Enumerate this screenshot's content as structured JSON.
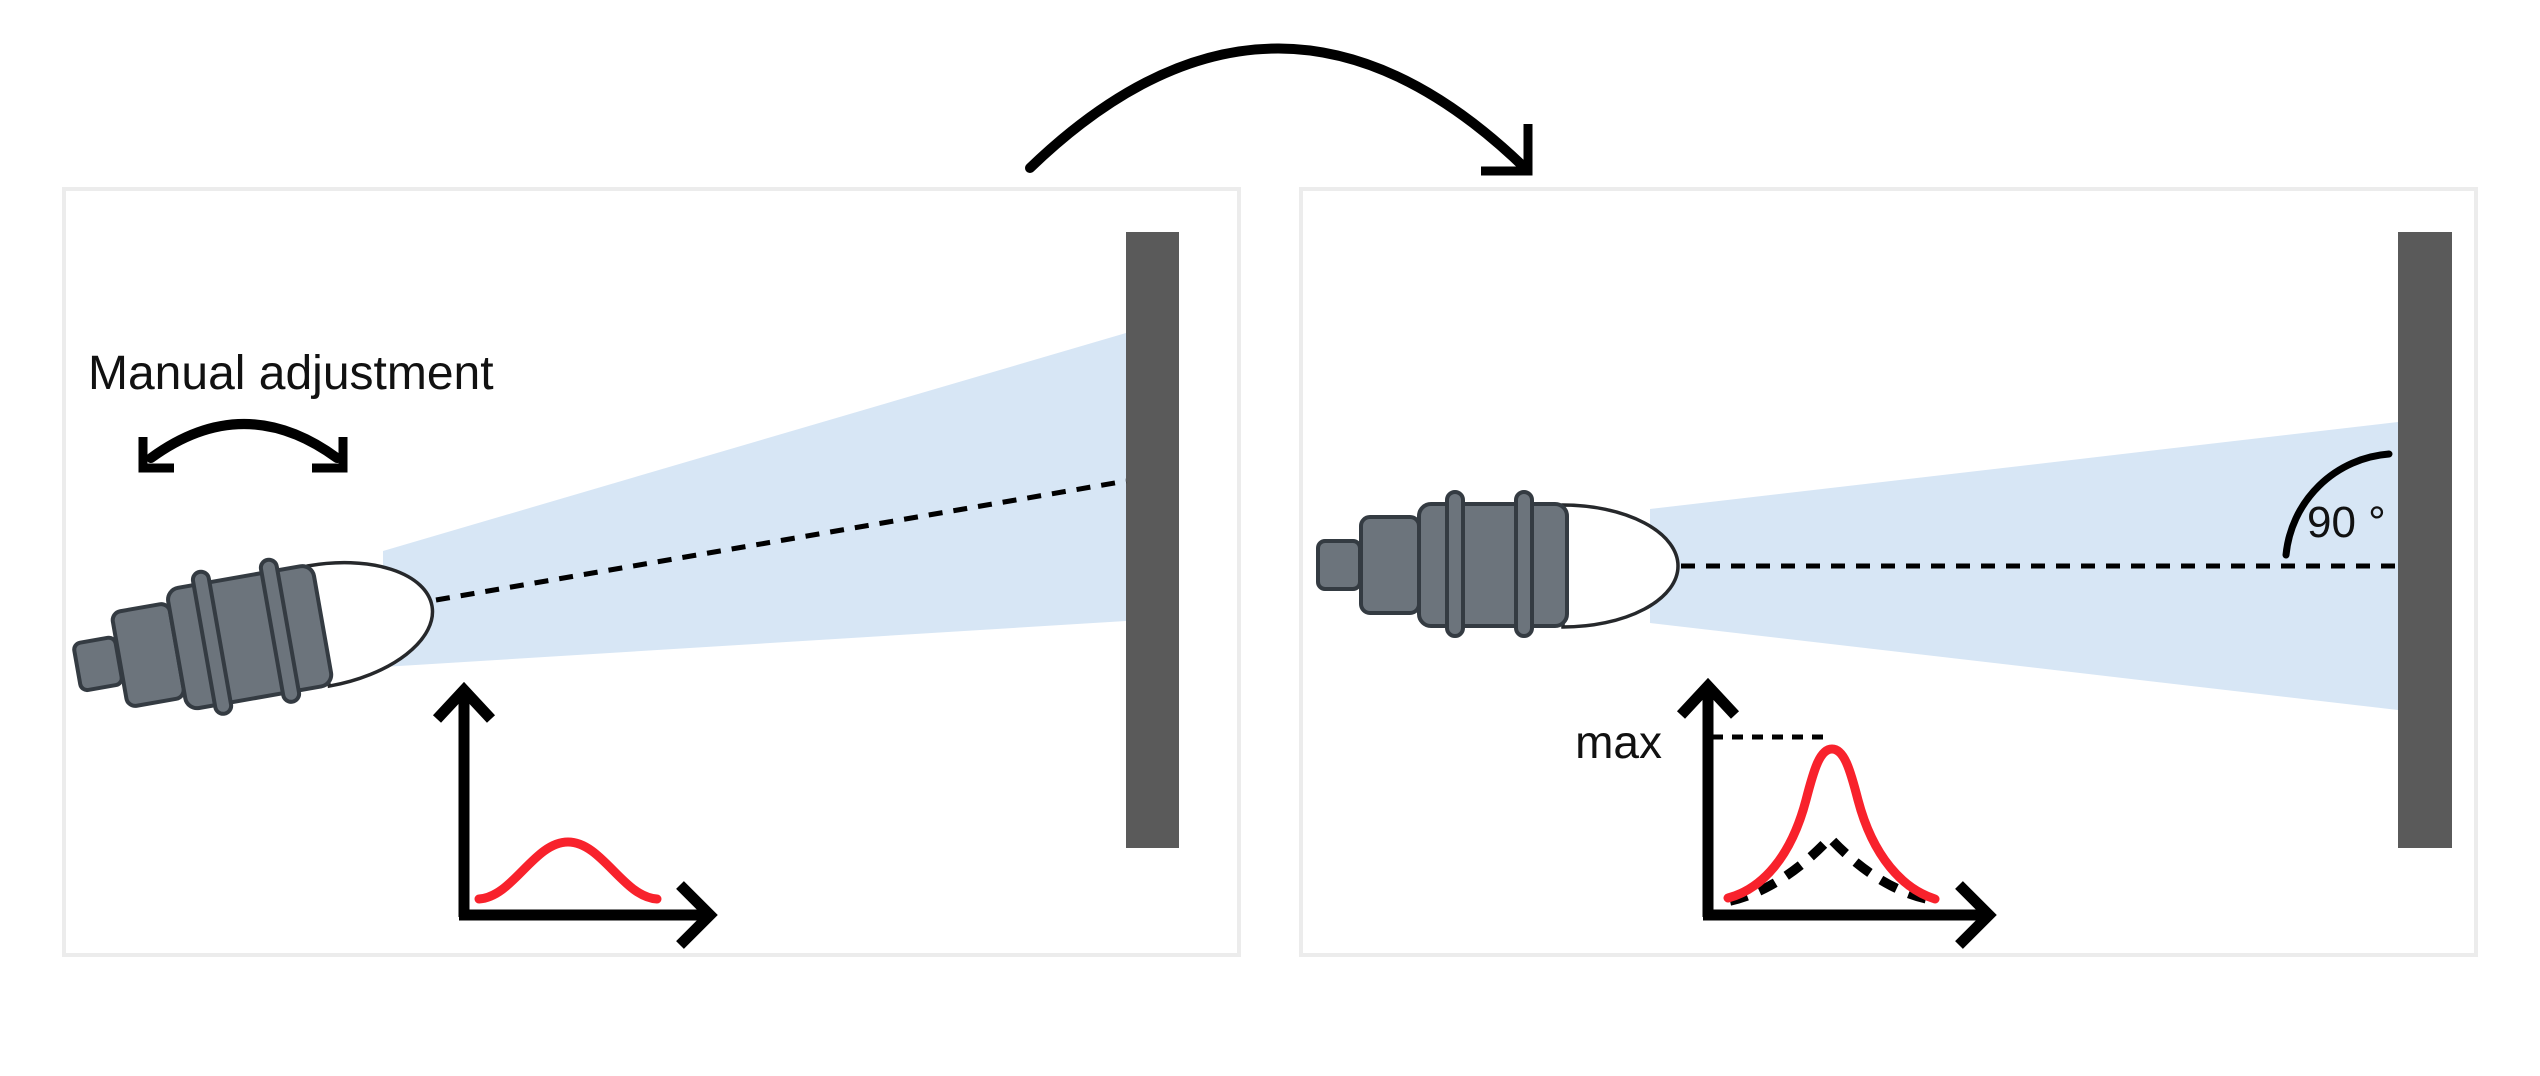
{
  "colors": {
    "background": "#ffffff",
    "panel_border": "#ececec",
    "beam_blue": "#d7e6f5",
    "wall_gray": "#5a5a5a",
    "sensor_gray": "#6c747c",
    "sensor_outline": "#343b42",
    "dome_white": "#ffffff",
    "signal_red": "#f8222c",
    "ink": "#000000"
  },
  "header": {
    "transition_arrow": "curved arrow from left scene to right scene"
  },
  "left_panel": {
    "annotation_label": "Manual adjustment",
    "scene": {
      "sensor": "cylindrical sensor tilted upward about 10 degrees",
      "beam": "light blue cone from sensor dome widening to the wall",
      "wall": "dark gray vertical target wall",
      "axis_line": "tilted dashed line from sensor dome to wall"
    },
    "signal_plot": {
      "type": "line",
      "axes_labeled": false,
      "series": [
        {
          "name": "signal",
          "color": "#f8222c",
          "style": "solid",
          "shape": "low broad bell peak"
        }
      ]
    }
  },
  "right_panel": {
    "max_label": "max",
    "angle_label": "90 °",
    "scene": {
      "sensor": "cylindrical sensor horizontal",
      "beam": "light blue cone perpendicular to the wall",
      "wall": "dark gray vertical target wall",
      "axis_line": "horizontal dashed line meeting wall at 90 degrees"
    },
    "signal_plot": {
      "type": "line",
      "axes_labeled": false,
      "series": [
        {
          "name": "signal aligned",
          "color": "#f8222c",
          "style": "solid",
          "shape": "tall sharp peak reaching max line"
        },
        {
          "name": "signal misaligned",
          "color": "#000000",
          "style": "dashed",
          "shape": "small peak"
        }
      ]
    }
  }
}
